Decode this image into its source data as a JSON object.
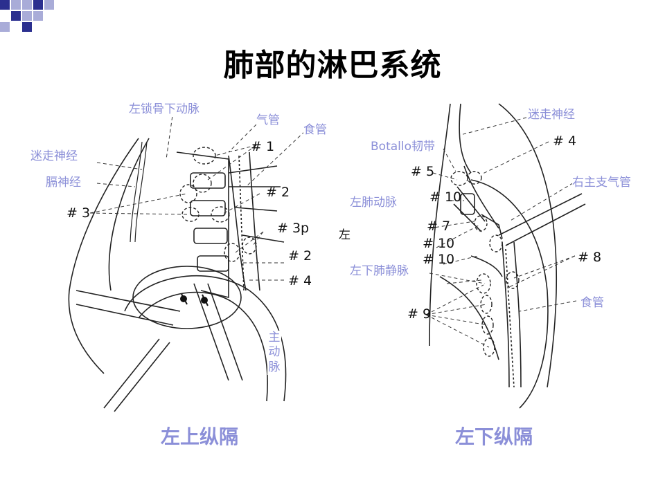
{
  "title": "肺部的淋巴系统",
  "theme": {
    "label_color": "#8b8fd8",
    "deco_color_dark": "#2b2f8f",
    "deco_color_light": "#a9acd8"
  },
  "left_diagram": {
    "caption": "左上纵隔",
    "labels": {
      "subclavian": "左锁骨下动脉",
      "trachea": "气管",
      "esophagus": "食管",
      "vagus": "迷走神经",
      "phrenic": "膈神经",
      "aorta": "主动脉"
    },
    "numbers": {
      "n1": "# 1",
      "n2a": "# 2",
      "n3": "# 3",
      "n3p": "# 3p",
      "n2b": "# 2",
      "n4": "# 4"
    }
  },
  "middle_label": "左",
  "right_diagram": {
    "caption": "左下纵隔",
    "labels": {
      "vagus": "迷走神经",
      "botallo": "Botallo韧带",
      "right_main_bronchus": "右主支气管",
      "left_pulmonary_artery": "左肺动脉",
      "left_inferior_pulmonary_vein": "左下肺静脉",
      "esophagus": "食管"
    },
    "numbers": {
      "n4": "# 4",
      "n5": "# 5",
      "n10a": "# 10",
      "n7": "# 7",
      "n10b": "# 10",
      "n10c": "# 10",
      "n8": "# 8",
      "n9": "# 9"
    }
  }
}
